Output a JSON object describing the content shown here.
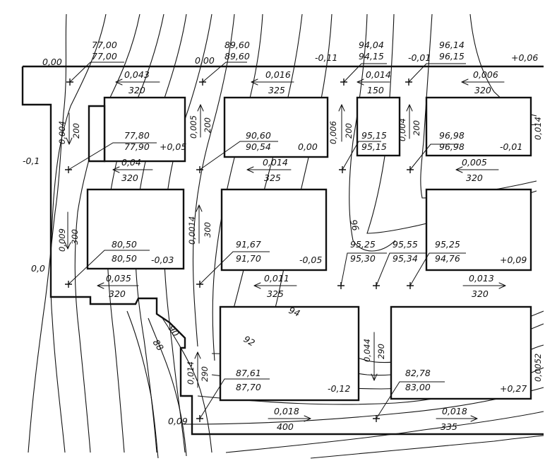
{
  "corner_marks": {
    "c1": "0,00",
    "c2": "0,00",
    "c3": "-0,11",
    "c4": "-0,01",
    "c5": "+0,06",
    "c6": "-0,1",
    "c7": "0,0",
    "c8": "0,09"
  },
  "elevations": {
    "e1_design": "77,00",
    "e1_ground": "77,00",
    "e2_design": "89,60",
    "e2_ground": "89,60",
    "e3_design": "94,04",
    "e3_ground": "94,15",
    "e4_design": "96,14",
    "e4_ground": "96,15",
    "e5_design": "77,80",
    "e5_ground": "77,90",
    "e6_design": "90,60",
    "e6_ground": "90,54",
    "e7_design": "95,15",
    "e7_ground": "95,15",
    "e8_design": "96,98",
    "e8_ground": "96,98",
    "e9_design": "80,50",
    "e9_ground": "80,50",
    "e10_design": "91,67",
    "e10_ground": "91,70",
    "e11_design": "95,25",
    "e11_ground": "95,30",
    "e12_design": "95,55",
    "e12_ground": "95,34",
    "e13_design": "95,25",
    "e13_ground": "94,76",
    "e14_design": "87,61",
    "e14_ground": "87,70",
    "e15_design": "82,78",
    "e15_ground": "83,00"
  },
  "work_marks": {
    "w1": "+0,05",
    "w2": "0,00",
    "w3": "-0,01",
    "w4": "-0,03",
    "w5": "-0,05",
    "w6": "+0,09",
    "w7": "-0,12",
    "w8": "+0,27"
  },
  "slopes": {
    "h1_slope": "0,043",
    "h1_len": "320",
    "h2_slope": "0,016",
    "h2_len": "325",
    "h3_slope": "0,014",
    "h3_len": "150",
    "h4_slope": "0,006",
    "h4_len": "320",
    "h5_slope": "0,04",
    "h5_len": "320",
    "h6_slope": "0,014",
    "h6_len": "325",
    "h7_slope": "0,005",
    "h7_len": "320",
    "h8_slope": "0,035",
    "h8_len": "320",
    "h9_slope": "0,011",
    "h9_len": "325",
    "h10_slope": "0,013",
    "h10_len": "320",
    "h11_slope": "0,018",
    "h11_len": "400",
    "h12_slope": "0,018",
    "h12_len": "335",
    "v1_slope": "0,004",
    "v1_len": "200",
    "v2_slope": "0,005",
    "v2_len": "200",
    "v3_slope": "0,006",
    "v3_len": "200",
    "v4_slope": "0,004",
    "v4_len": "200",
    "v5_slope": "0,014",
    "v6_slope": "0,009",
    "v6_len": "300",
    "v7_slope": "0,0014",
    "v7_len": "300",
    "v8_slope": "0,014",
    "v8_len": "290",
    "v9_slope": "0,044",
    "v9_len": "290",
    "v10_slope": "0,0052"
  },
  "contour_labels": {
    "k96": "96",
    "k94": "94",
    "k92": "92",
    "k90": "90",
    "k88": "88"
  }
}
